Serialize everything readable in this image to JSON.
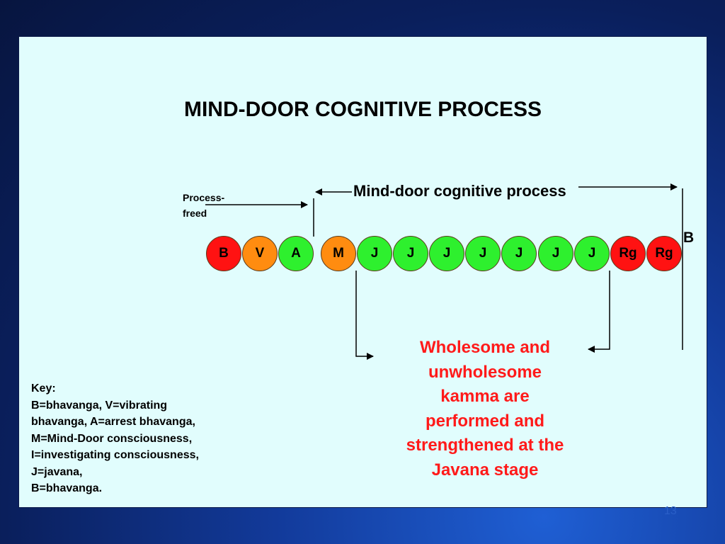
{
  "slide": {
    "title": "MIND-DOOR COGNITIVE PROCESS",
    "process_freed_line1": "Process-",
    "process_freed_line2": "freed",
    "mind_door_label": "Mind-door cognitive process",
    "end_label": "B",
    "circles": [
      {
        "label": "B",
        "color": "#ff1212"
      },
      {
        "label": "V",
        "color": "#ff8c10"
      },
      {
        "label": "A",
        "color": "#2ef02e"
      },
      {
        "label": "M",
        "color": "#ff8c10"
      },
      {
        "label": "J",
        "color": "#2ef02e"
      },
      {
        "label": "J",
        "color": "#2ef02e"
      },
      {
        "label": "J",
        "color": "#2ef02e"
      },
      {
        "label": "J",
        "color": "#2ef02e"
      },
      {
        "label": "J",
        "color": "#2ef02e"
      },
      {
        "label": "J",
        "color": "#2ef02e"
      },
      {
        "label": "J",
        "color": "#2ef02e"
      },
      {
        "label": "Rg",
        "color": "#ff1212"
      },
      {
        "label": "Rg",
        "color": "#ff1212"
      }
    ],
    "note_lines": [
      "Wholesome and",
      "unwholesome",
      "kamma are",
      "performed and",
      "strengthened at the",
      "Javana stage"
    ],
    "key_lines": [
      "Key:",
      "B=bhavanga, V=vibrating",
      "bhavanga, A=arrest bhavanga,",
      "M=Mind-Door consciousness,",
      "I=investigating consciousness,",
      "J=javana,",
      "B=bhavanga."
    ],
    "page_number": "13"
  }
}
